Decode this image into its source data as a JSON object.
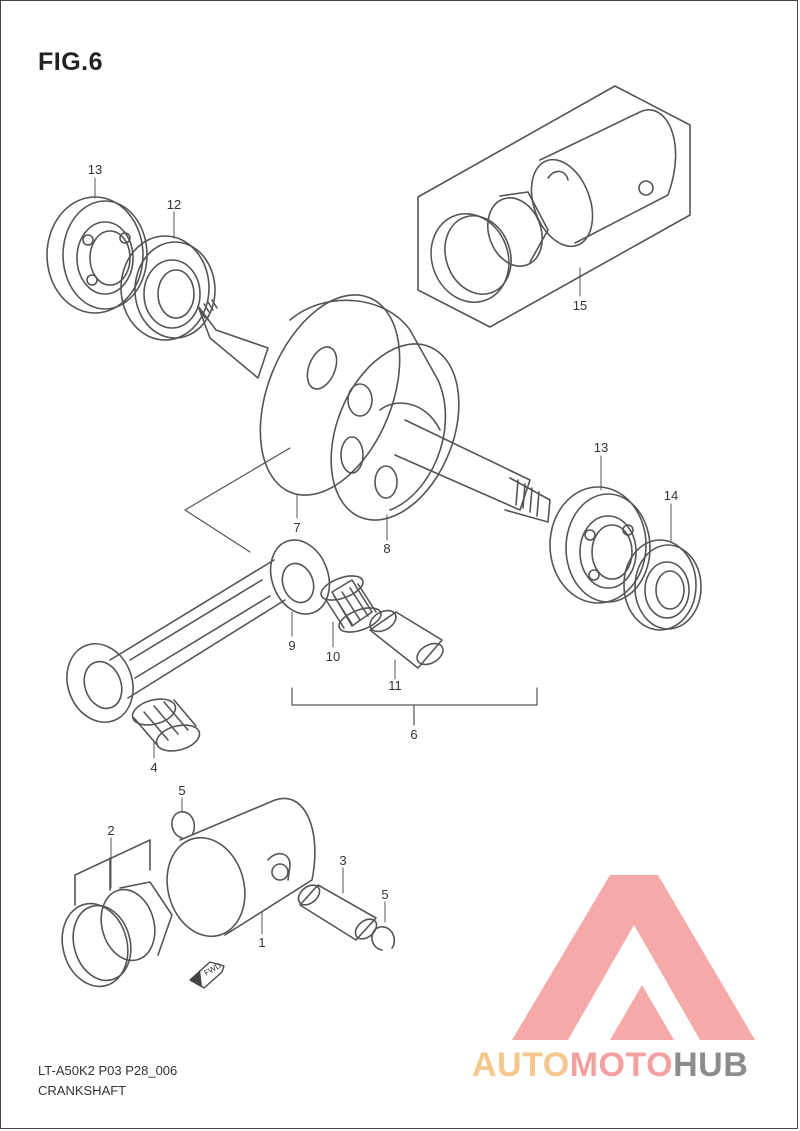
{
  "figure": {
    "title": "FIG.6",
    "model_code": "LT-A50K2 P03 P28_006",
    "section_name": "CRANKSHAFT"
  },
  "callouts": {
    "c1": "1",
    "c2": "2",
    "c3": "3",
    "c4": "4",
    "c5a": "5",
    "c5b": "5",
    "c6": "6",
    "c7": "7",
    "c8": "8",
    "c9": "9",
    "c10": "10",
    "c11": "11",
    "c12": "12",
    "c13a": "13",
    "c13b": "13",
    "c14": "14",
    "c15": "15"
  },
  "fwd_label": "FWD",
  "watermark": {
    "part1": "AUTO",
    "part2": "MOTO",
    "part3": "HUB",
    "colors": {
      "auto": "#f6c78c",
      "moto": "#f5a0a0",
      "hub": "#8c8c8c",
      "logo": "#f39a9a"
    }
  }
}
